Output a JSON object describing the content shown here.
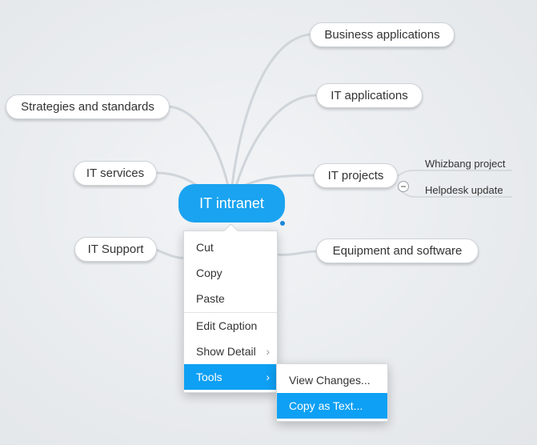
{
  "mindmap": {
    "root": "IT intranet",
    "topics": {
      "business_applications": "Business applications",
      "it_applications": "IT applications",
      "it_projects": "IT projects",
      "equipment_and_software": "Equipment and software",
      "strategies_and_standards": "Strategies and standards",
      "it_services": "IT services",
      "it_support": "IT Support"
    },
    "subtopics": {
      "whizbang_project": "Whizbang project",
      "helpdesk_update": "Helpdesk update"
    },
    "collapse_symbol": "−"
  },
  "context_menu": {
    "cut": "Cut",
    "copy": "Copy",
    "paste": "Paste",
    "edit_caption": "Edit Caption",
    "show_detail": "Show Detail",
    "tools": "Tools",
    "submenu_arrow": "›"
  },
  "tools_submenu": {
    "view_changes": "View Changes...",
    "copy_as_text": "Copy as Text..."
  },
  "colors": {
    "root_fill": "#1aa3f0",
    "highlight": "#0ea0f4",
    "connector": "#cfd5da"
  }
}
